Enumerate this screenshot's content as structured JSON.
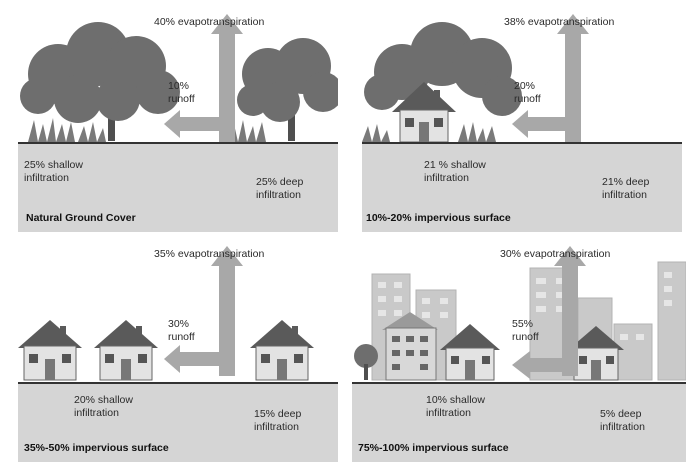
{
  "colors": {
    "ground": "#d5d5d5",
    "arrow": "#a8a8a8",
    "tree": "#6e6e6e",
    "tree_dark": "#4f4f4f",
    "house_wall": "#e3e3e3",
    "house_roof": "#5a5a5a",
    "building": "#c4c4c4"
  },
  "panels": [
    {
      "caption": "Natural Ground Cover",
      "evapo": "40% evapotranspiration",
      "runoff_pct": "10%",
      "runoff_word": "runoff",
      "shallow_pct": "25% shallow",
      "shallow_word": "infiltration",
      "deep_pct": "25% deep",
      "deep_word": "infiltration"
    },
    {
      "caption": "10%-20% impervious surface",
      "evapo": "38% evapotranspiration",
      "runoff_pct": "20%",
      "runoff_word": "runoff",
      "shallow_pct": "21 % shallow",
      "shallow_word": "infiltration",
      "deep_pct": "21% deep",
      "deep_word": "infiltration"
    },
    {
      "caption": "35%-50% impervious surface",
      "evapo": "35% evapotranspiration",
      "runoff_pct": "30%",
      "runoff_word": "runoff",
      "shallow_pct": "20% shallow",
      "shallow_word": "infiltration",
      "deep_pct": "15% deep",
      "deep_word": "infiltration"
    },
    {
      "caption": "75%-100% impervious surface",
      "evapo": "30% evapotranspiration",
      "runoff_pct": "55%",
      "runoff_word": "runoff",
      "shallow_pct": "10% shallow",
      "shallow_word": "infiltration",
      "deep_pct": "5% deep",
      "deep_word": "infiltration"
    }
  ]
}
